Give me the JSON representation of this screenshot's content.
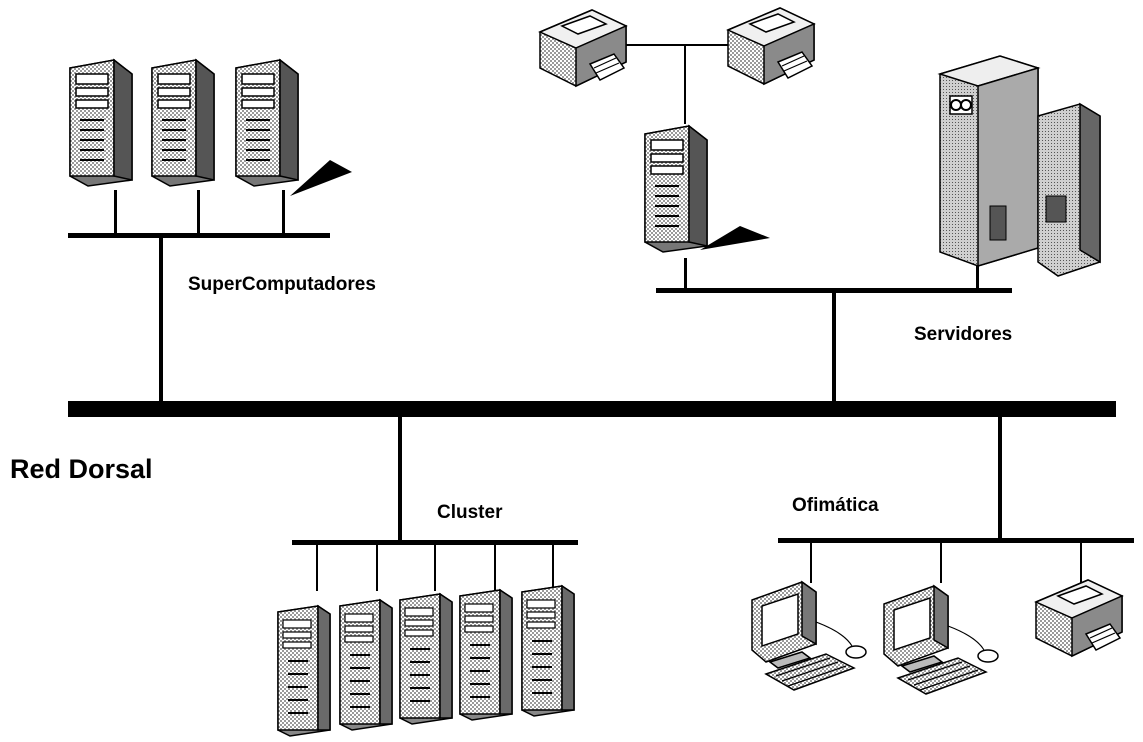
{
  "diagram": {
    "labels": {
      "backbone": "Red Dorsal",
      "supercomputers": "SuperComputadores",
      "servers": "Servidores",
      "cluster": "Cluster",
      "office": "Ofimática"
    },
    "groups": [
      {
        "key": "supercomputers",
        "devices": [
          "tower-server",
          "tower-server",
          "tower-server"
        ]
      },
      {
        "key": "servers",
        "devices": [
          "printer",
          "printer",
          "tower-server",
          "mainframe-cabinet"
        ]
      },
      {
        "key": "cluster",
        "devices": [
          "cluster-node",
          "cluster-node",
          "cluster-node",
          "cluster-node",
          "cluster-node"
        ]
      },
      {
        "key": "office",
        "devices": [
          "desktop-computer",
          "desktop-computer",
          "printer"
        ]
      }
    ],
    "colors": {
      "line": "#000000",
      "device_light": "#e6e6e6",
      "device_mid": "#bdbdbd",
      "device_dark": "#6b6b6b"
    }
  }
}
